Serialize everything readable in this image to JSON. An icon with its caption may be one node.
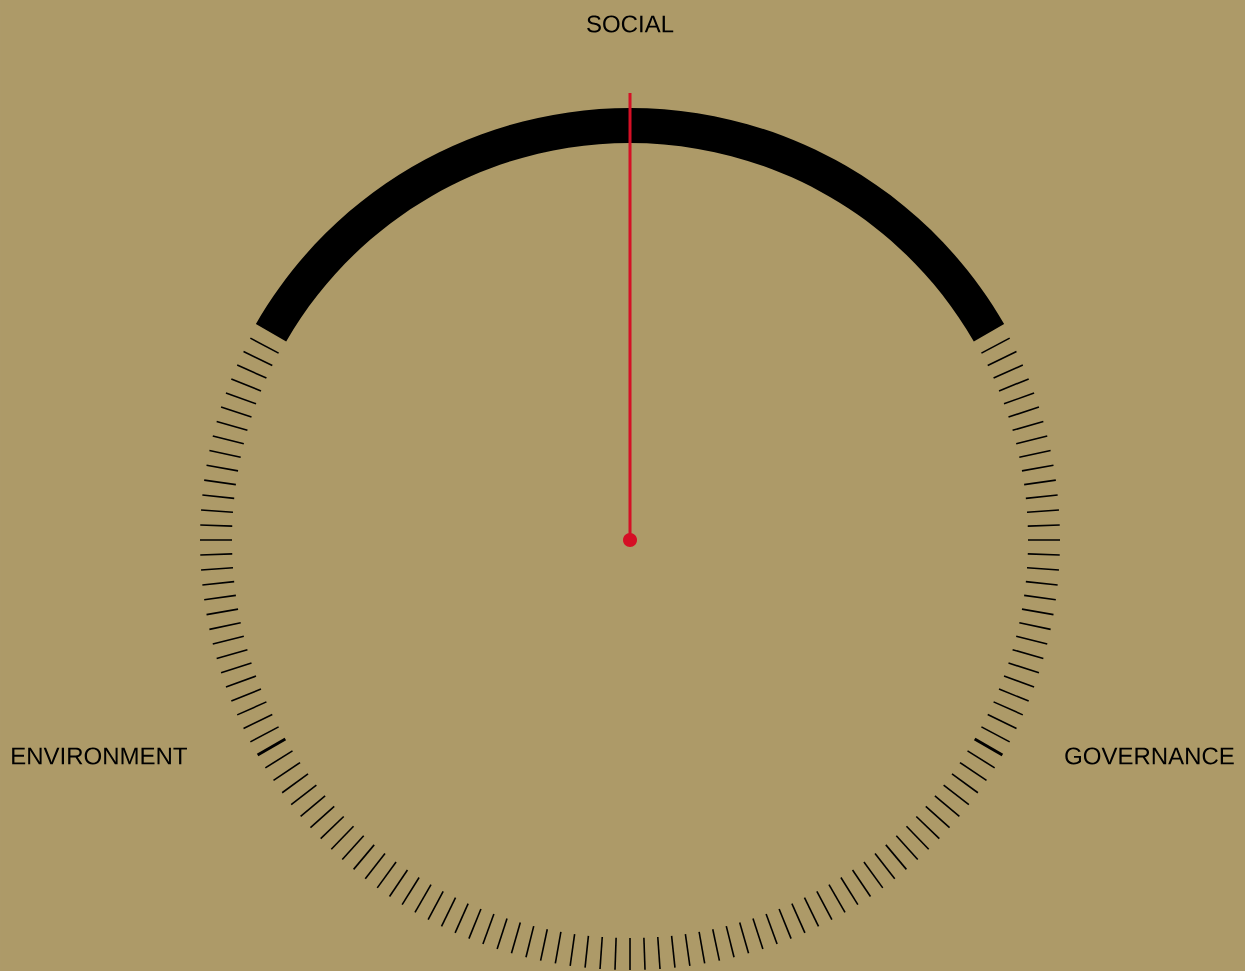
{
  "diagram": {
    "labels": [
      "SOCIAL",
      "ENVIRONMENT",
      "GOVERNANCE"
    ]
  }
}
